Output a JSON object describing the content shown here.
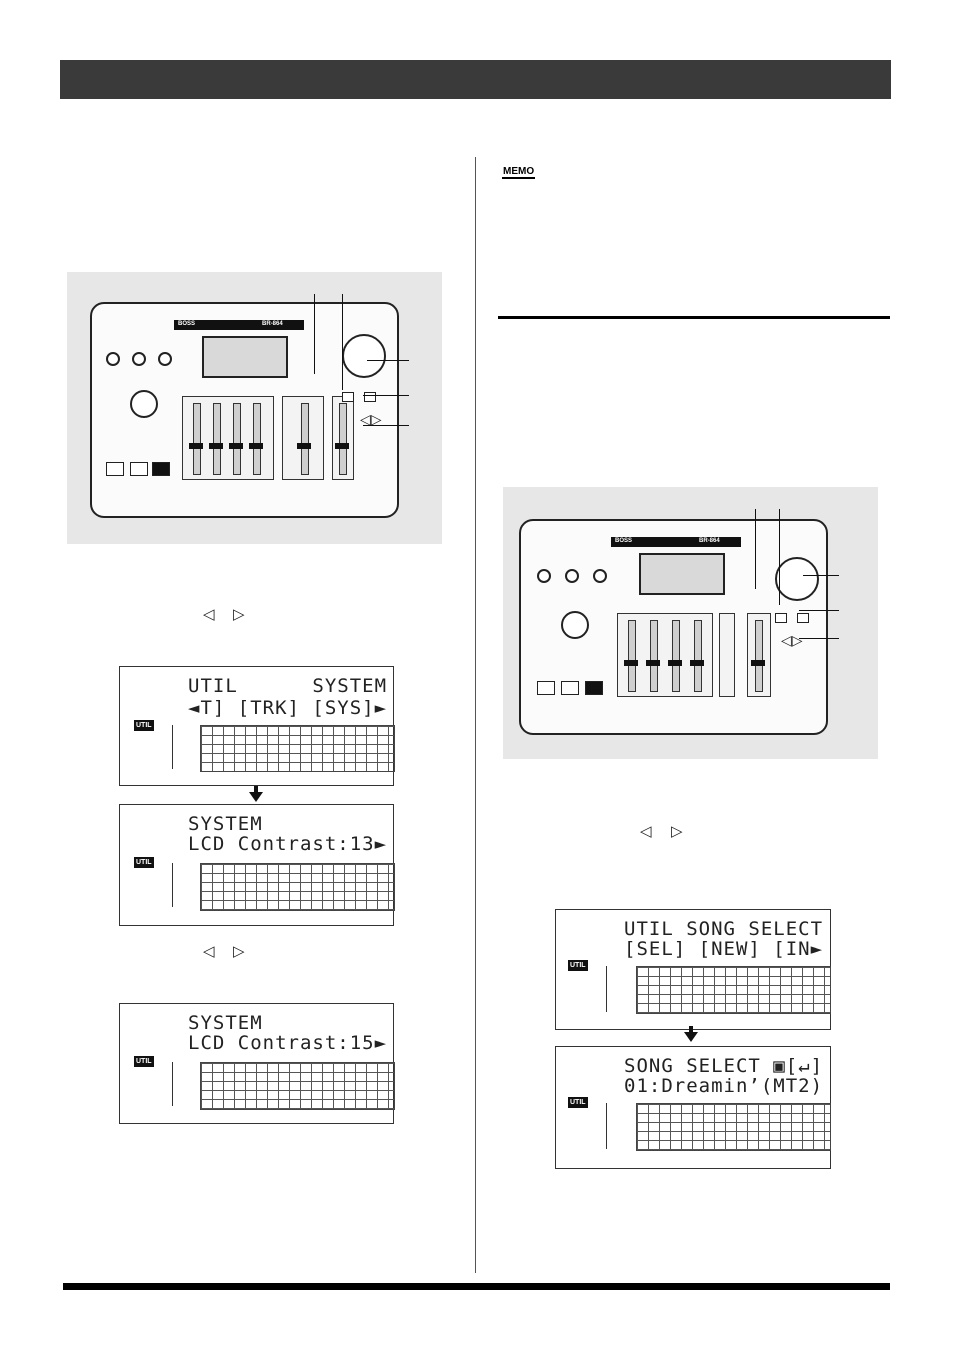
{
  "memo": {
    "label": "MEMO"
  },
  "nav_arrows": {
    "left": "◁",
    "right": "▷"
  },
  "device": {
    "brand": "BOSS",
    "model": "BR-864"
  },
  "screens": {
    "util_system": {
      "line1": "UTIL      SYSTEM",
      "line2": "◄T] [TRK] [SYS]►",
      "badge": "UTIL"
    },
    "lcd_contrast_13": {
      "line1": "SYSTEM",
      "line2": "LCD Contrast:13►",
      "badge": "UTIL"
    },
    "lcd_contrast_15": {
      "line1": "SYSTEM",
      "line2": "LCD Contrast:15►",
      "badge": "UTIL"
    },
    "util_song_select": {
      "line1": "UTIL SONG SELECT",
      "line2": "[SEL] [NEW] [IN►",
      "badge": "UTIL"
    },
    "song_select": {
      "line1": "SONG SELECT ▣[↵]",
      "line2": "01:Dreamin’(MT2)",
      "badge": "UTIL"
    }
  }
}
